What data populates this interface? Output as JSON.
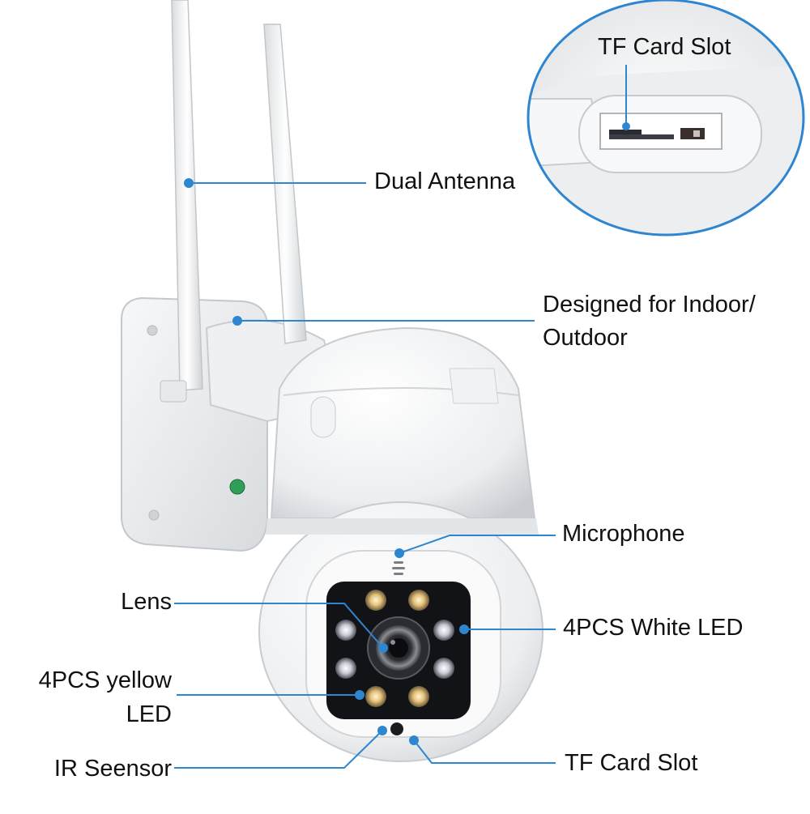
{
  "colors": {
    "callout": "#2f86d0",
    "text": "#111111",
    "inset_border": "#2f86d0"
  },
  "labels": {
    "inset_tf_card_slot": "TF Card Slot",
    "dual_antenna": "Dual Antenna",
    "designed_line1": "Designed for Indoor/",
    "designed_line2": "Outdoor",
    "microphone": "Microphone",
    "lens": "Lens",
    "white_led": "4PCS White LED",
    "yellow_led_line1": "4PCS yellow",
    "yellow_led_line2": "LED",
    "ir_sensor": "IR Seensor",
    "tf_card_slot": "TF Card Slot"
  }
}
